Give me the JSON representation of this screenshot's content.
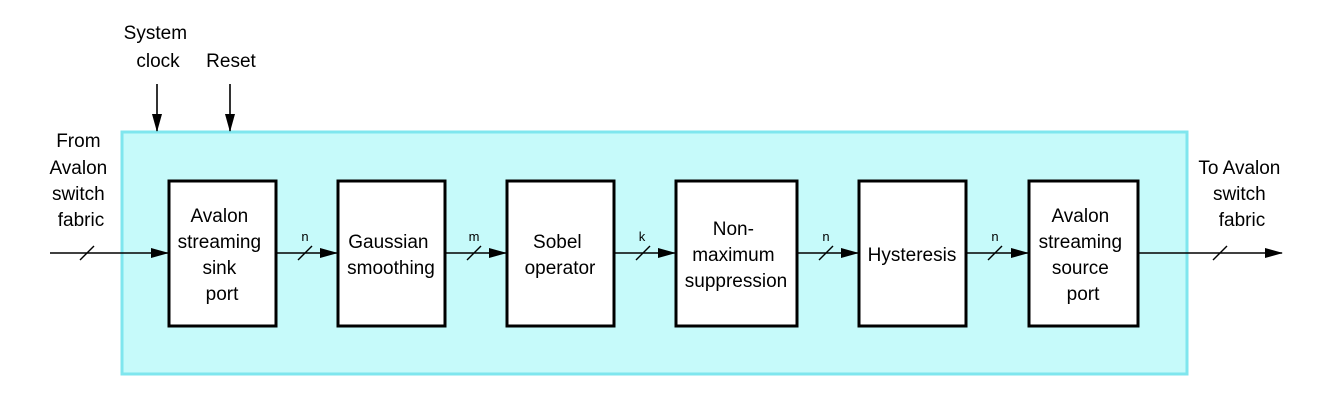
{
  "colors": {
    "container_fill": "#c6fafa",
    "container_stroke": "#7fe6ee",
    "block_fill": "#ffffff",
    "line": "#000000"
  },
  "inputs": {
    "system_clock": [
      "System",
      "clock"
    ],
    "reset": [
      "Reset"
    ],
    "from_fabric": [
      "From",
      "Avalon",
      "switch",
      "fabric"
    ]
  },
  "output": {
    "to_fabric": [
      "To Avalon",
      "switch",
      "fabric"
    ]
  },
  "blocks": [
    {
      "id": "sink",
      "lines": [
        "Avalon",
        "streaming",
        "sink",
        "port"
      ]
    },
    {
      "id": "gauss",
      "lines": [
        "Gaussian",
        "smoothing"
      ]
    },
    {
      "id": "sobel",
      "lines": [
        "Sobel",
        "operator"
      ]
    },
    {
      "id": "nms",
      "lines": [
        "Non-",
        "maximum",
        "suppression"
      ]
    },
    {
      "id": "hyst",
      "lines": [
        "Hysteresis"
      ]
    },
    {
      "id": "source",
      "lines": [
        "Avalon",
        "streaming",
        "source",
        "port"
      ]
    }
  ],
  "buses": [
    "n",
    "m",
    "k",
    "n",
    "n"
  ]
}
